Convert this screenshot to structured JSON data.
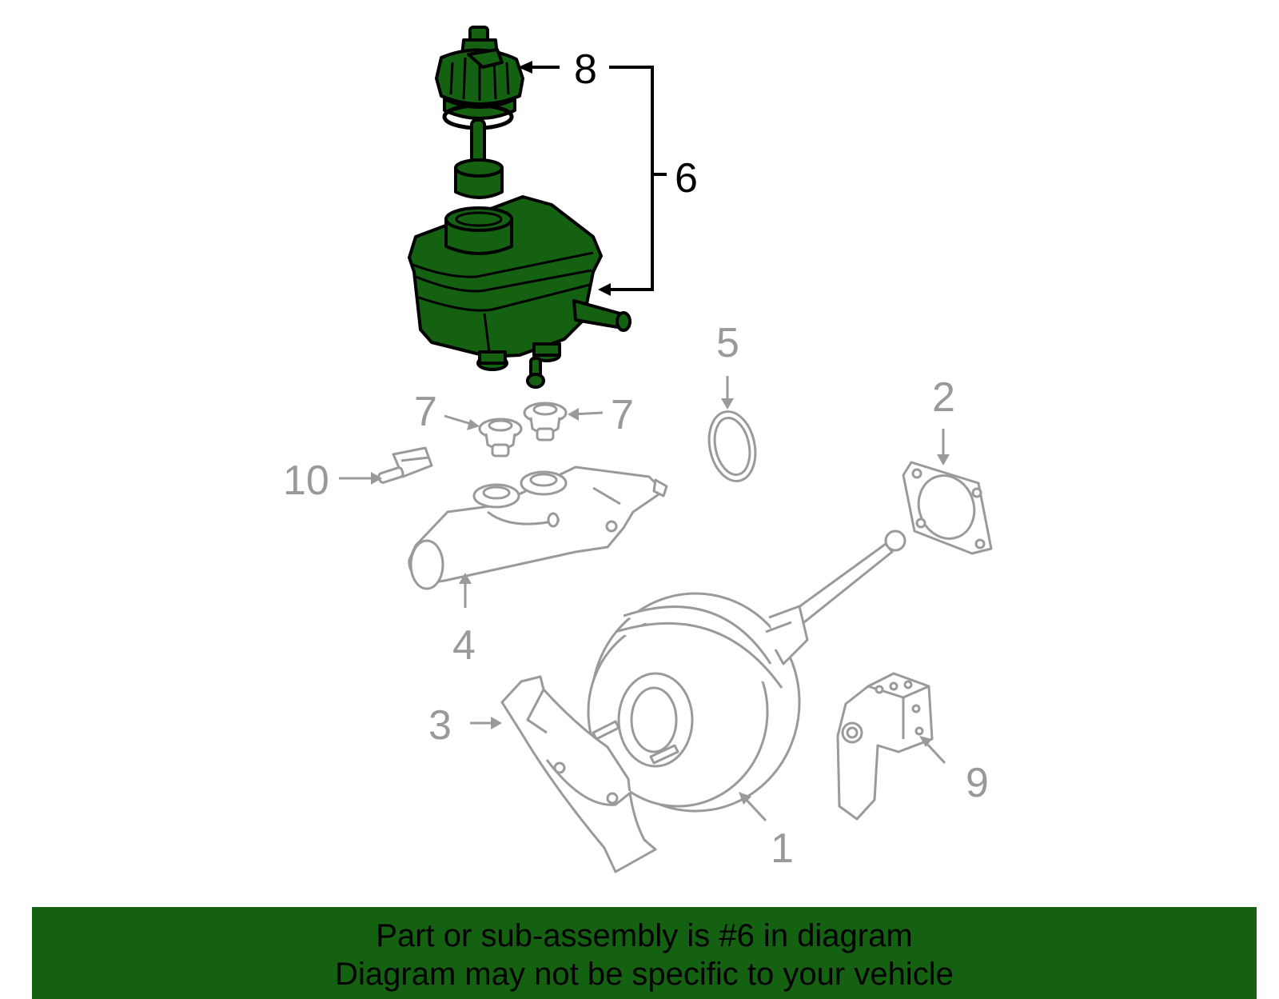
{
  "colors": {
    "highlight_fill": "#146112",
    "highlight_stroke": "#000000",
    "dim_stroke": "#9a9a9a",
    "banner_bg": "#146112"
  },
  "callouts": {
    "c1": "1",
    "c2": "2",
    "c3": "3",
    "c4": "4",
    "c5": "5",
    "c6": "6",
    "c7a": "7",
    "c7b": "7",
    "c8": "8",
    "c9": "9",
    "c10": "10"
  },
  "banner": {
    "line1": "Part or sub-assembly is #6 in diagram",
    "line2": "Diagram may not be specific to your vehicle"
  }
}
